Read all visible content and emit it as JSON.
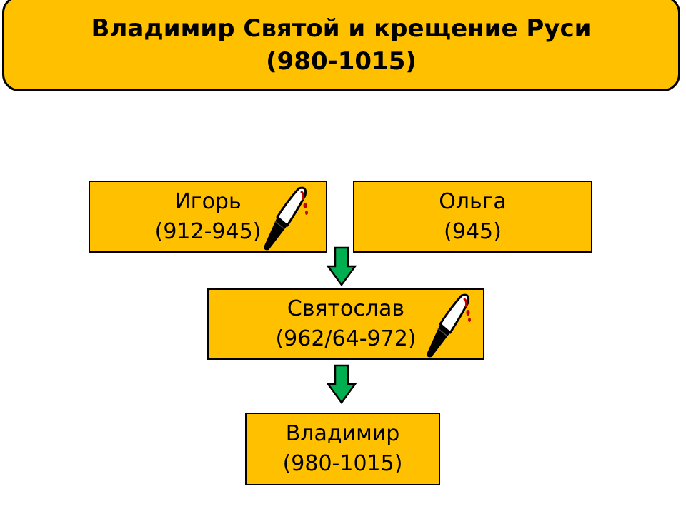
{
  "title": {
    "line1": "Владимир Святой и крещение Руси",
    "line2": "(980-1015)"
  },
  "nodes": {
    "igor": {
      "name": "Игорь",
      "years": "(912-945)"
    },
    "olga": {
      "name": "Ольга",
      "years": "(945)"
    },
    "svyatoslav": {
      "name": "Святослав",
      "years": "(962/64-972)"
    },
    "vladimir": {
      "name": "Владимир",
      "years": "(980-1015)"
    }
  },
  "colors": {
    "box_fill": "#FFC000",
    "border": "#000000",
    "arrow": "#00B050",
    "blood": "#C00000"
  },
  "icons": {
    "igor": "bloody-knife-icon",
    "svyatoslav": "bloody-knife-icon"
  }
}
